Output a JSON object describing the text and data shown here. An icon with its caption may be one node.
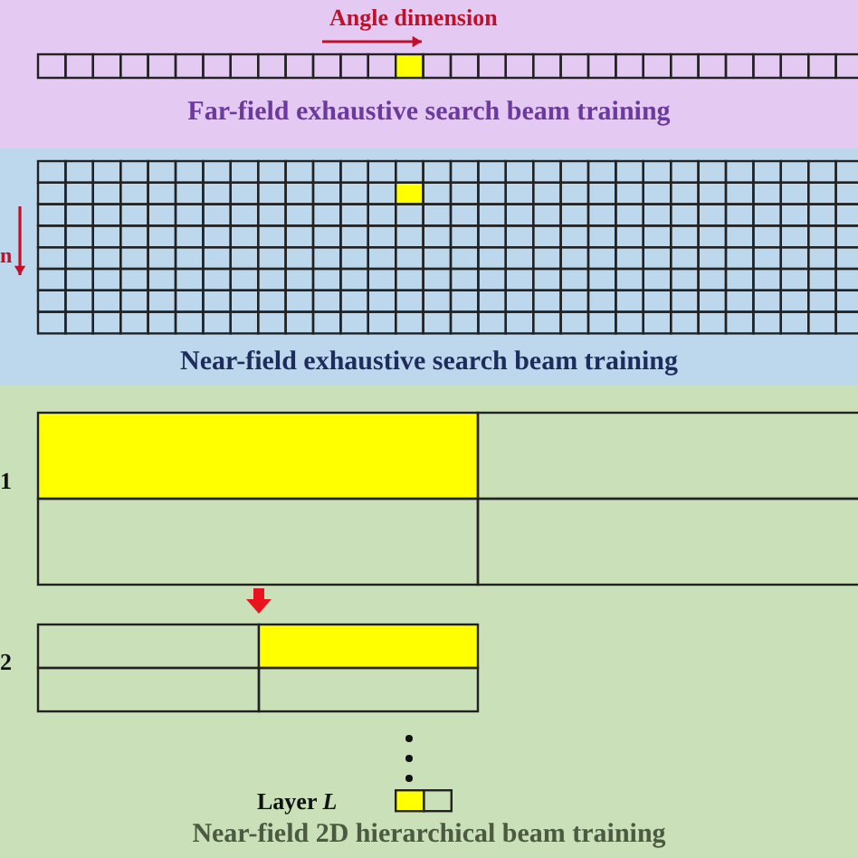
{
  "diagram": {
    "nodes": [
      {
        "text": [
          "Far-field exhaustive search beam training"
        ]
      },
      {
        "text": [
          "Near-field exhaustive search beam training"
        ]
      },
      {
        "text": [
          "Near-field 2D hierarchical beam training"
        ]
      }
    ],
    "labels": [
      "Angle dimension",
      "n",
      "1",
      "2",
      "Layer *L*"
    ]
  }
}
